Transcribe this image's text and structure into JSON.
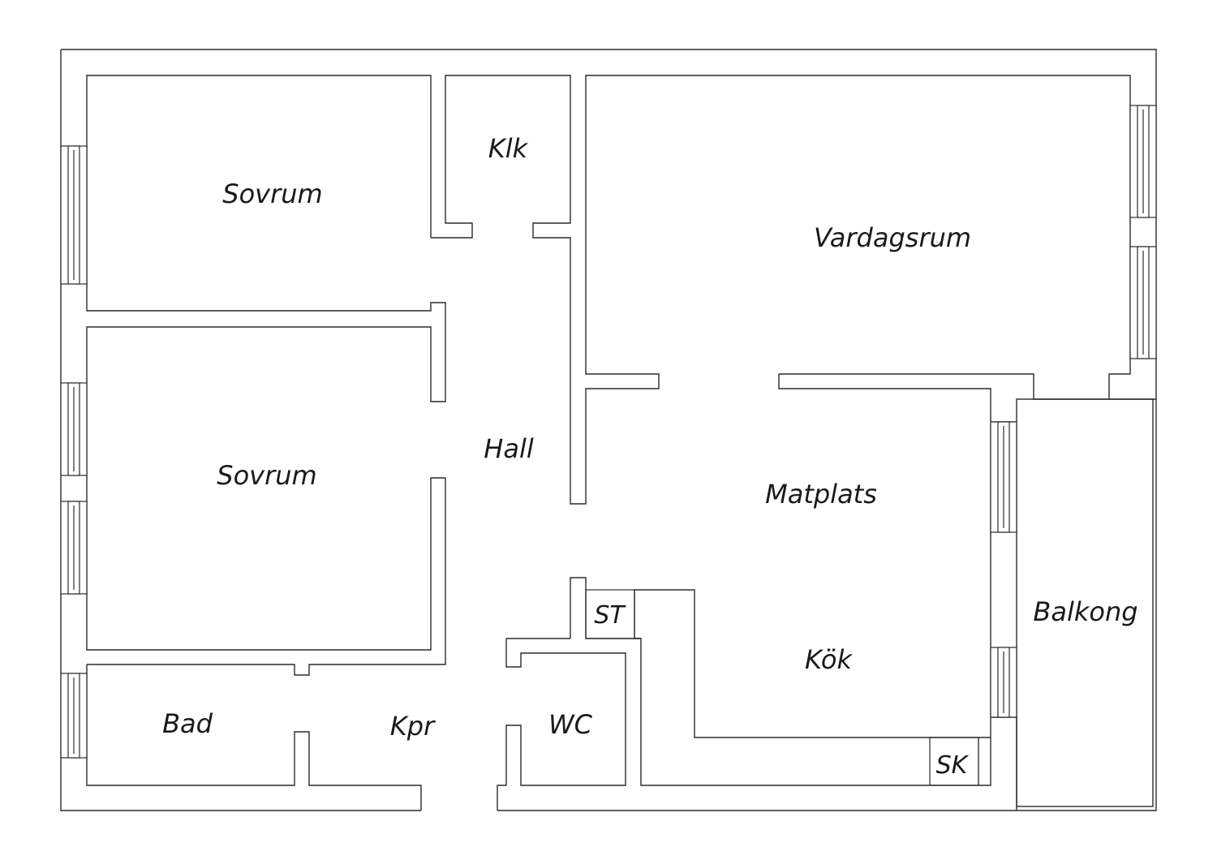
{
  "rooms": {
    "sovrum_top": "Sovrum",
    "klk": "Klk",
    "vardagsrum": "Vardagsrum",
    "hall": "Hall",
    "sovrum_bottom": "Sovrum",
    "matplats": "Matplats",
    "st": "ST",
    "balkong": "Balkong",
    "kok": "Kök",
    "bad": "Bad",
    "kpr": "Kpr",
    "wc": "WC",
    "sk": "SK"
  }
}
